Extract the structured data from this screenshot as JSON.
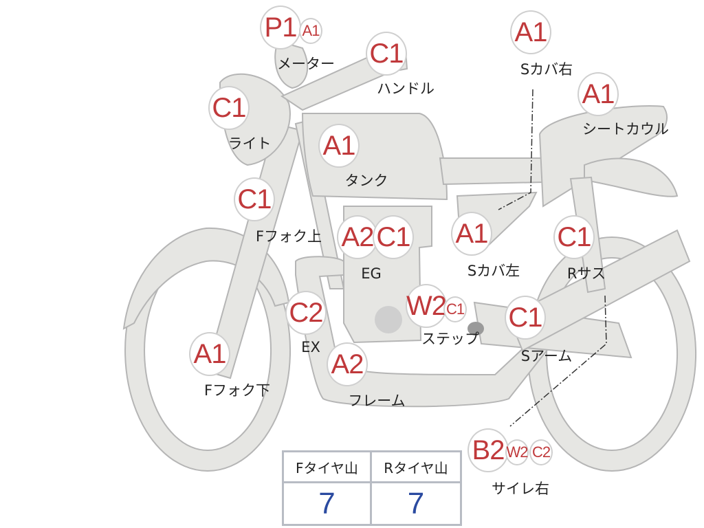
{
  "parts": {
    "meter": {
      "grades": [
        "P1",
        "A1"
      ],
      "label": "メーター"
    },
    "handle": {
      "grades": [
        "C1"
      ],
      "label": "ハンドル"
    },
    "side_cover_right": {
      "grades": [
        "A1"
      ],
      "label": "Sカバ右"
    },
    "seat_cowl": {
      "grades": [
        "A1"
      ],
      "label": "シートカウル"
    },
    "light": {
      "grades": [
        "C1"
      ],
      "label": "ライト"
    },
    "tank": {
      "grades": [
        "A1"
      ],
      "label": "タンク"
    },
    "front_fork_upper": {
      "grades": [
        "C1"
      ],
      "label": "Fフォク上"
    },
    "engine": {
      "grades": [
        "A2",
        "C1"
      ],
      "label": "EG"
    },
    "side_cover_left": {
      "grades": [
        "A1"
      ],
      "label": "Sカバ左"
    },
    "rear_suspension": {
      "grades": [
        "C1"
      ],
      "label": "Rサス"
    },
    "step": {
      "grades": [
        "W2",
        "C1"
      ],
      "label": "ステップ"
    },
    "exhaust": {
      "grades": [
        "C2"
      ],
      "label": "EX"
    },
    "swing_arm": {
      "grades": [
        "C1"
      ],
      "label": "Sアーム"
    },
    "front_fork_lower": {
      "grades": [
        "A1"
      ],
      "label": "Fフォク下"
    },
    "frame": {
      "grades": [
        "A2"
      ],
      "label": "フレーム"
    },
    "silencer_right": {
      "grades": [
        "B2",
        "W2",
        "C2"
      ],
      "label": "サイレ右"
    }
  },
  "tyre_table": {
    "headers": [
      "Fタイヤ山",
      "Rタイヤ山"
    ],
    "values": [
      "7",
      "7"
    ]
  },
  "colors": {
    "grade": "#c0393b",
    "tyre_value": "#2a4aa0",
    "bike_fill": "#e6e6e3"
  }
}
